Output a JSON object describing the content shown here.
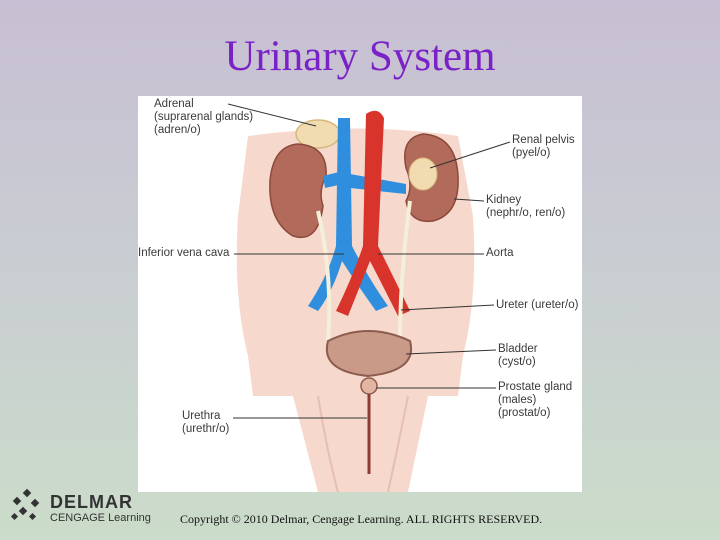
{
  "slide": {
    "title": "Urinary System",
    "copyright": "Copyright © 2010 Delmar, Cengage Learning. ALL RIGHTS RESERVED."
  },
  "logo": {
    "line1": "DELMAR",
    "line2": "CENGAGE Learning"
  },
  "diagram": {
    "labels": {
      "adrenal_1": "Adrenal",
      "adrenal_2": "(suprarenal glands)",
      "adrenal_3": "(adren/o)",
      "renal_pelvis_1": "Renal pelvis",
      "renal_pelvis_2": "(pyel/o)",
      "kidney_1": "Kidney",
      "kidney_2": "(nephr/o, ren/o)",
      "ivc": "Inferior vena cava",
      "aorta": "Aorta",
      "ureter": "Ureter (ureter/o)",
      "bladder_1": "Bladder",
      "bladder_2": "(cyst/o)",
      "prostate_1": "Prostate gland",
      "prostate_2": "(males)",
      "prostate_3": "(prostat/o)",
      "urethra_1": "Urethra",
      "urethra_2": "(urethr/o)"
    },
    "colors": {
      "body": "#f6d8cc",
      "kidney": "#b26a5a",
      "vein": "#2f8fde",
      "artery": "#d8342c",
      "ureter": "#f4efd8",
      "bladder": "#c99a88"
    }
  }
}
